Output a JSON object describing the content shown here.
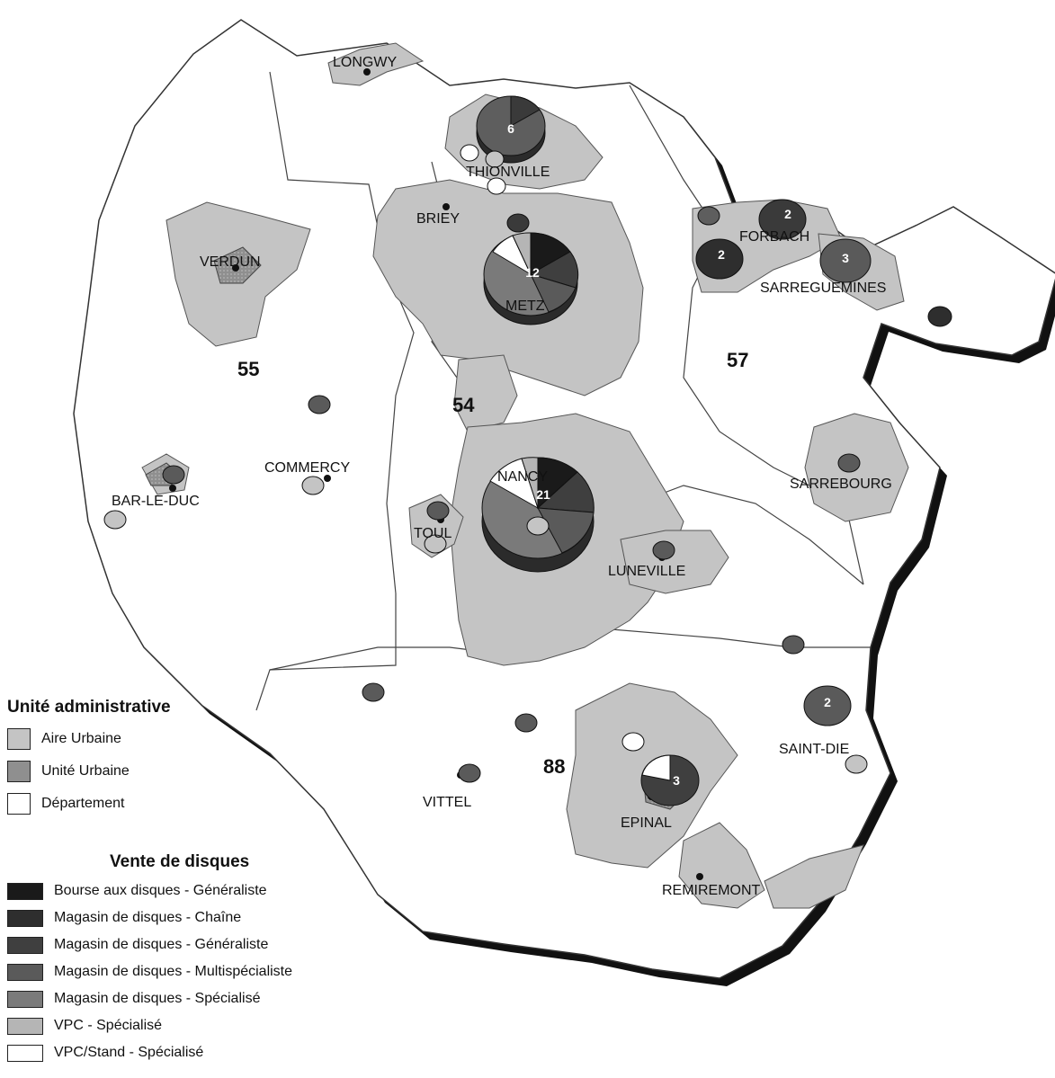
{
  "departments": [
    {
      "label": "55"
    },
    {
      "label": "57"
    },
    {
      "label": "54"
    },
    {
      "label": "88"
    }
  ],
  "cities": [
    {
      "name": "LONGWY"
    },
    {
      "name": "THIONVILLE"
    },
    {
      "name": "BRIEY"
    },
    {
      "name": "VERDUN"
    },
    {
      "name": "METZ"
    },
    {
      "name": "FORBACH"
    },
    {
      "name": "SARREGUEMINES"
    },
    {
      "name": "COMMERCY"
    },
    {
      "name": "BAR-LE-DUC"
    },
    {
      "name": "NANCY"
    },
    {
      "name": "TOUL"
    },
    {
      "name": "LUNEVILLE"
    },
    {
      "name": "SARREBOURG"
    },
    {
      "name": "SAINT-DIE"
    },
    {
      "name": "VITTEL"
    },
    {
      "name": "EPINAL"
    },
    {
      "name": "REMIREMONT"
    }
  ],
  "symbol_counts": [
    "6",
    "12",
    "2",
    "2",
    "3",
    "21",
    "2",
    "3"
  ],
  "legend_admin": {
    "title": "Unité administrative",
    "items": [
      {
        "label": "Aire Urbaine",
        "color": "#c4c4c4"
      },
      {
        "label": "Unité Urbaine",
        "color": "#8f8f8f"
      },
      {
        "label": "Département",
        "color": "#ffffff"
      }
    ]
  },
  "legend_sales": {
    "title": "Vente de disques",
    "items": [
      {
        "label": "Bourse aux disques - Généraliste",
        "color": "#1a1a1a"
      },
      {
        "label": "Magasin de disques - Chaîne",
        "color": "#2e2e2e"
      },
      {
        "label": "Magasin de disques - Généraliste",
        "color": "#3f3f3f"
      },
      {
        "label": "Magasin de disques - Multispécialiste",
        "color": "#5a5a5a"
      },
      {
        "label": "Magasin de disques - Spécialisé",
        "color": "#7a7a7a"
      },
      {
        "label": "VPC - Spécialisé",
        "color": "#b5b5b5"
      },
      {
        "label": "VPC/Stand - Spécialisé",
        "color": "#ffffff"
      }
    ]
  },
  "colors": {
    "aire_urbaine": "#c4c4c4",
    "unite_urbaine": "#8f8f8f",
    "border": "#1a1a1a"
  }
}
